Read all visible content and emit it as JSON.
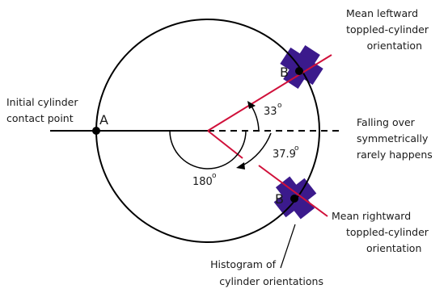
{
  "labels": {
    "point_a": "A",
    "point_b_top": "B",
    "point_b_bottom": "B",
    "initial_contact": [
      "Initial cylinder",
      "contact point"
    ],
    "mean_leftward": [
      "Mean leftward",
      "toppled-cylinder",
      "orientation"
    ],
    "mean_rightward": [
      "Mean rightward",
      "toppled-cylinder",
      "orientation"
    ],
    "falling_over": [
      "Falling over",
      "symmetrically",
      "rarely happens"
    ],
    "histogram": [
      "Histogram of",
      "cylinder orientations"
    ]
  },
  "angles": {
    "upper": {
      "value": "33",
      "unit": "o"
    },
    "lower": {
      "value": "37.9",
      "unit": "o"
    },
    "straight": {
      "value": "180",
      "unit": "o"
    }
  },
  "colors": {
    "line": "#000000",
    "orientation_line": "#d0103a",
    "histogram": "#3b1a8c"
  }
}
